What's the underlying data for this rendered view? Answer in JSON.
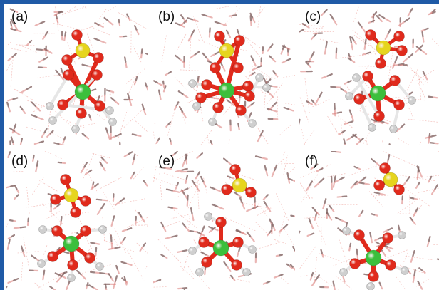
{
  "figure": {
    "frame_color": "#1f5aa6",
    "atom_colors": {
      "sulfur": "#e6d51e",
      "oxygen": "#e02a1c",
      "magnesium": "#3cbf3c",
      "hydrogen": "#f2f2f2",
      "bond_network": "#d97a76"
    },
    "panels": [
      {
        "label": "(a)"
      },
      {
        "label": "(b)"
      },
      {
        "label": "(c)"
      },
      {
        "label": "(d)"
      },
      {
        "label": "(e)"
      },
      {
        "label": "(f)"
      }
    ]
  }
}
